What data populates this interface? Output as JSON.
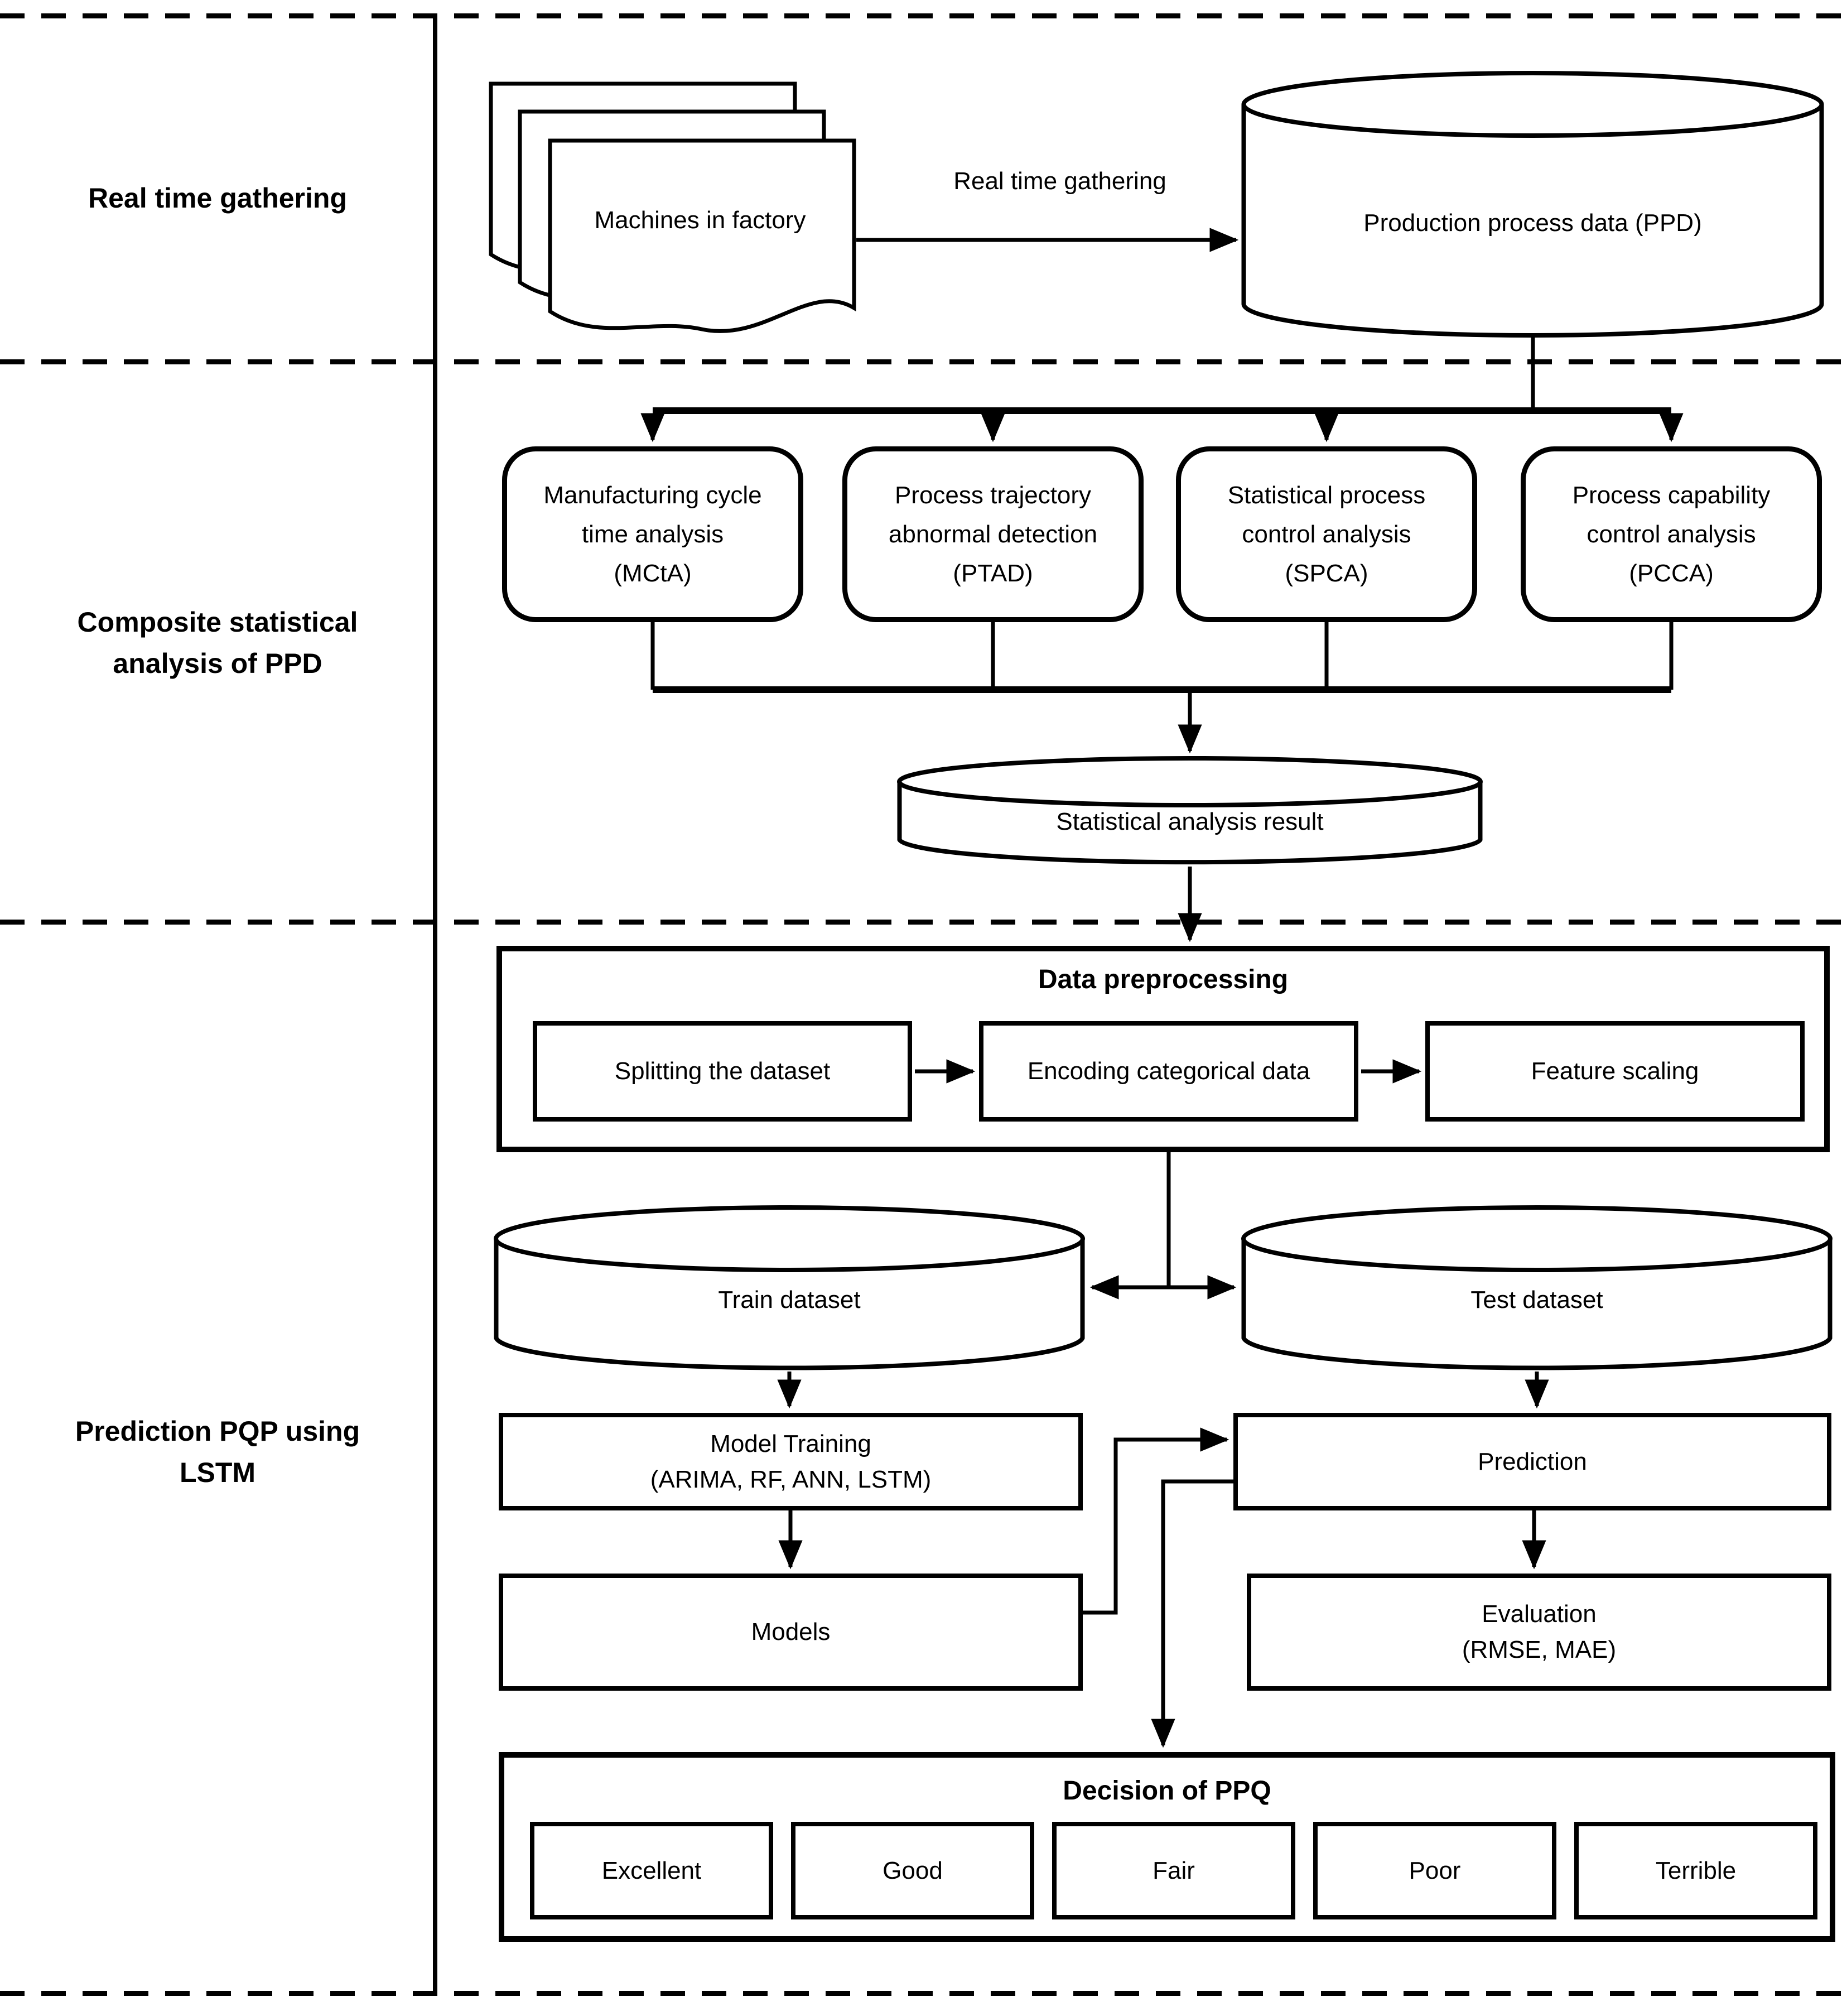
{
  "colors": {
    "ink": "#000000",
    "paper": "#ffffff"
  },
  "lanes": {
    "realtime": "Real time gathering",
    "composite": [
      "Composite statistical",
      "analysis of PPD"
    ],
    "prediction": [
      "Prediction PQP using",
      "LSTM"
    ]
  },
  "gathering": {
    "machines_doc": "Machines in factory",
    "arrow_label": "Real time gathering",
    "ppd": "Production process data (PPD)"
  },
  "analysis": {
    "boxes": [
      {
        "lines": [
          "Manufacturing cycle",
          "time analysis",
          "(MCtA)"
        ]
      },
      {
        "lines": [
          "Process trajectory",
          "abnormal detection",
          "(PTAD)"
        ]
      },
      {
        "lines": [
          "Statistical process",
          "control analysis",
          "(SPCA)"
        ]
      },
      {
        "lines": [
          "Process capability",
          "control analysis",
          "(PCCA)"
        ]
      }
    ],
    "result_cylinder": "Statistical analysis result"
  },
  "preprocessing": {
    "title": "Data preprocessing",
    "steps": [
      "Splitting the dataset",
      "Encoding categorical data",
      "Feature scaling"
    ]
  },
  "datasets": {
    "train": "Train dataset",
    "test": "Test dataset"
  },
  "modeling": {
    "training": [
      "Model Training",
      "(ARIMA, RF, ANN, LSTM)"
    ],
    "models": "Models",
    "prediction": "Prediction",
    "evaluation": [
      "Evaluation",
      "(RMSE, MAE)"
    ]
  },
  "decision": {
    "title": "Decision of PPQ",
    "options": [
      "Excellent",
      "Good",
      "Fair",
      "Poor",
      "Terrible"
    ]
  }
}
